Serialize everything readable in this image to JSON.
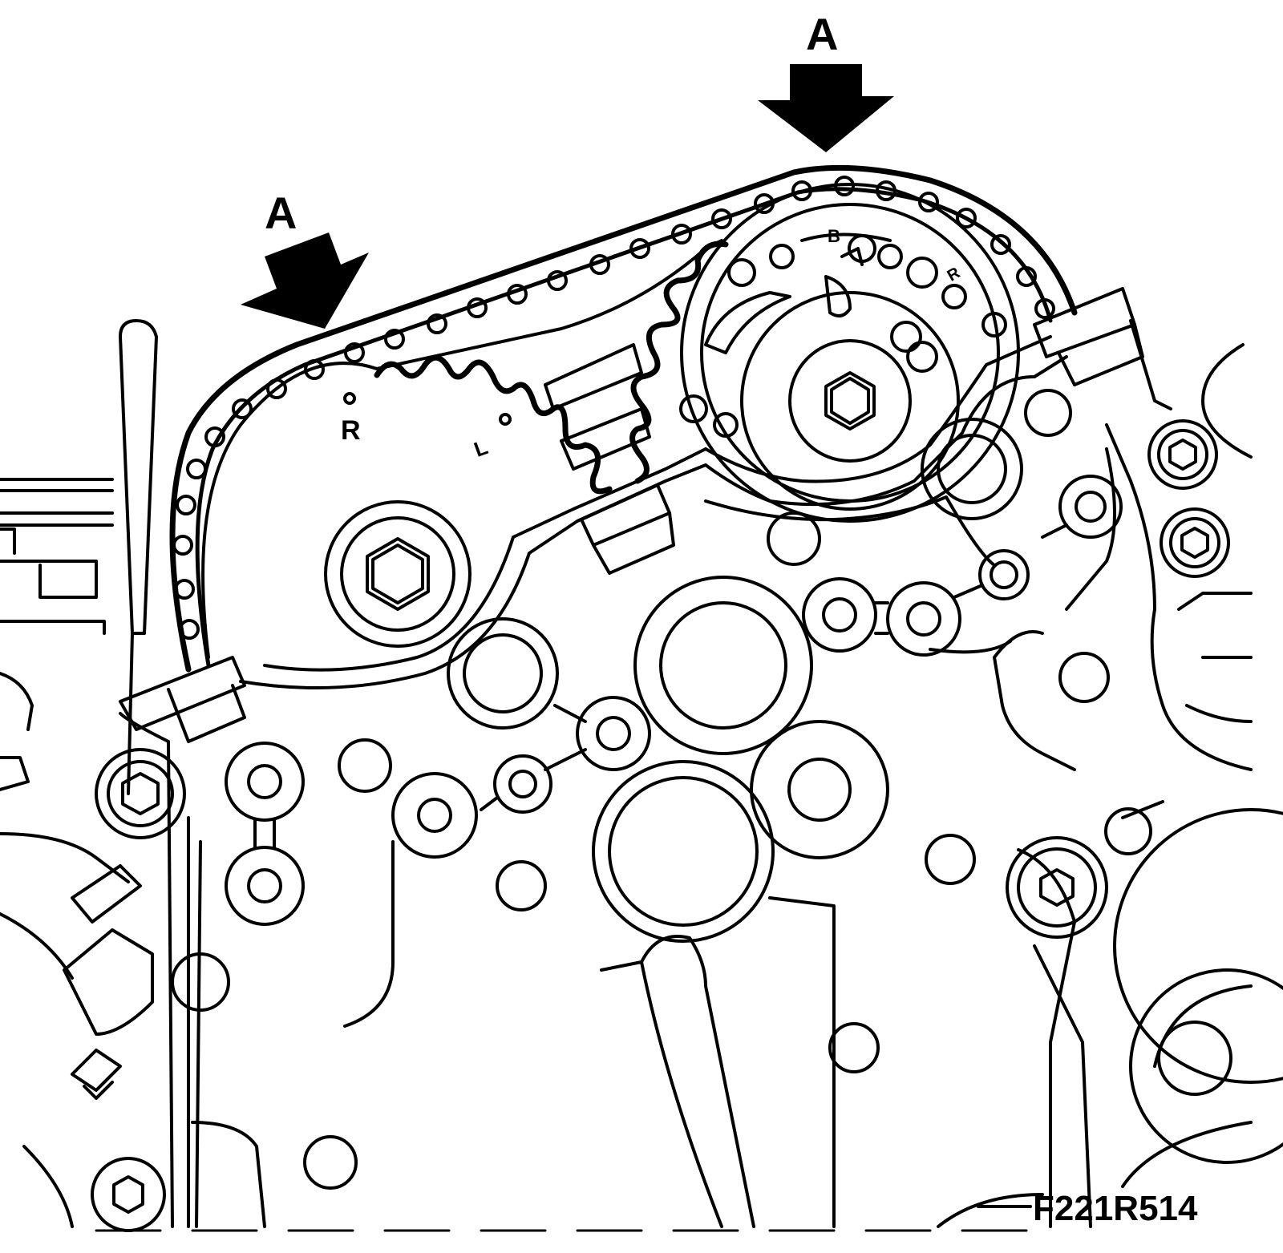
{
  "labels": {
    "arrow_left": "A",
    "arrow_right": "A",
    "left_sprocket_mark": "R",
    "left_sprocket_mark_l": "L",
    "right_sprocket_mark": "R",
    "right_sprocket_mark_b": "B",
    "figure_ref": "F221R514"
  },
  "colors": {
    "line": "#000000",
    "background": "#ffffff"
  }
}
